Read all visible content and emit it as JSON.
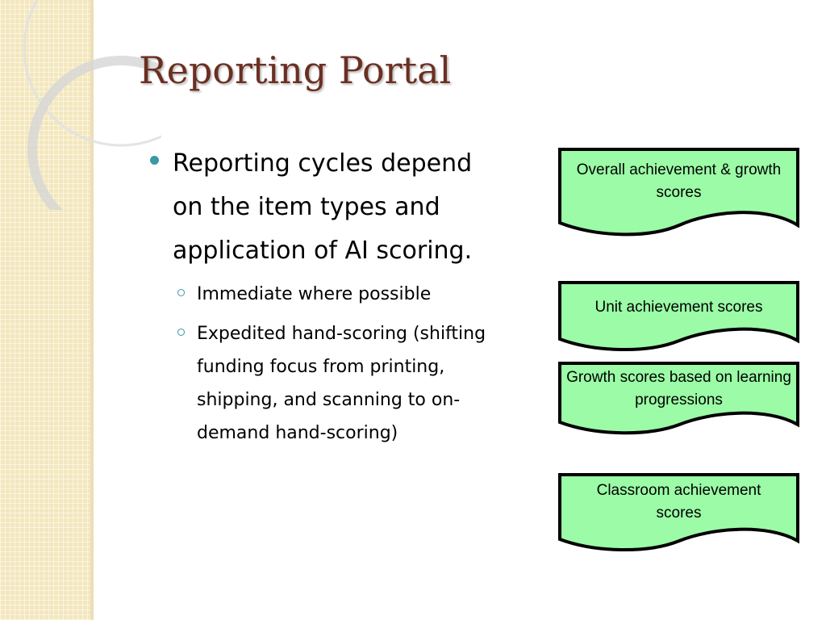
{
  "slide": {
    "title": "Reporting Portal",
    "bullet_main": "Reporting cycles depend on the item types and application of AI scoring.",
    "sub_bullets": [
      "Immediate where possible",
      "Expedited hand-scoring (shifting funding focus from printing, shipping, and scanning to on-demand hand-scoring)"
    ]
  },
  "boxes": [
    "Overall achievement & growth scores",
    "Unit achievement scores",
    "Growth scores based on learning progressions",
    "Classroom achievement scores"
  ],
  "colors": {
    "title": "#6b2f22",
    "bullet_accent": "#3d97a6",
    "box_fill": "#9bfba6",
    "box_border": "#000000",
    "left_band": "#f3e7bd"
  }
}
